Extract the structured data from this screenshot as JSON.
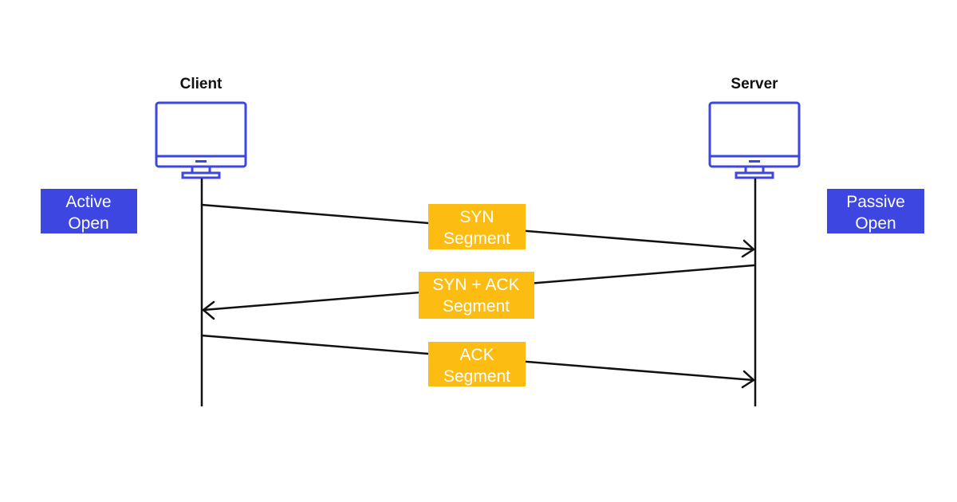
{
  "client": {
    "label": "Client",
    "side_label_line1": "Active",
    "side_label_line2": "Open",
    "icon": "monitor-icon"
  },
  "server": {
    "label": "Server",
    "side_label_line1": "Passive",
    "side_label_line2": "Open",
    "icon": "monitor-icon"
  },
  "messages": [
    {
      "line1": "SYN",
      "line2": "Segment",
      "direction": "client-to-server"
    },
    {
      "line1": "SYN + ACK",
      "line2": "Segment",
      "direction": "server-to-client"
    },
    {
      "line1": "ACK",
      "line2": "Segment",
      "direction": "client-to-server"
    }
  ],
  "colors": {
    "monitor": "#3d46e0",
    "side_box": "#3d46e0",
    "message_box": "#fcbc12",
    "line": "#111111",
    "background": "#ffffff"
  }
}
